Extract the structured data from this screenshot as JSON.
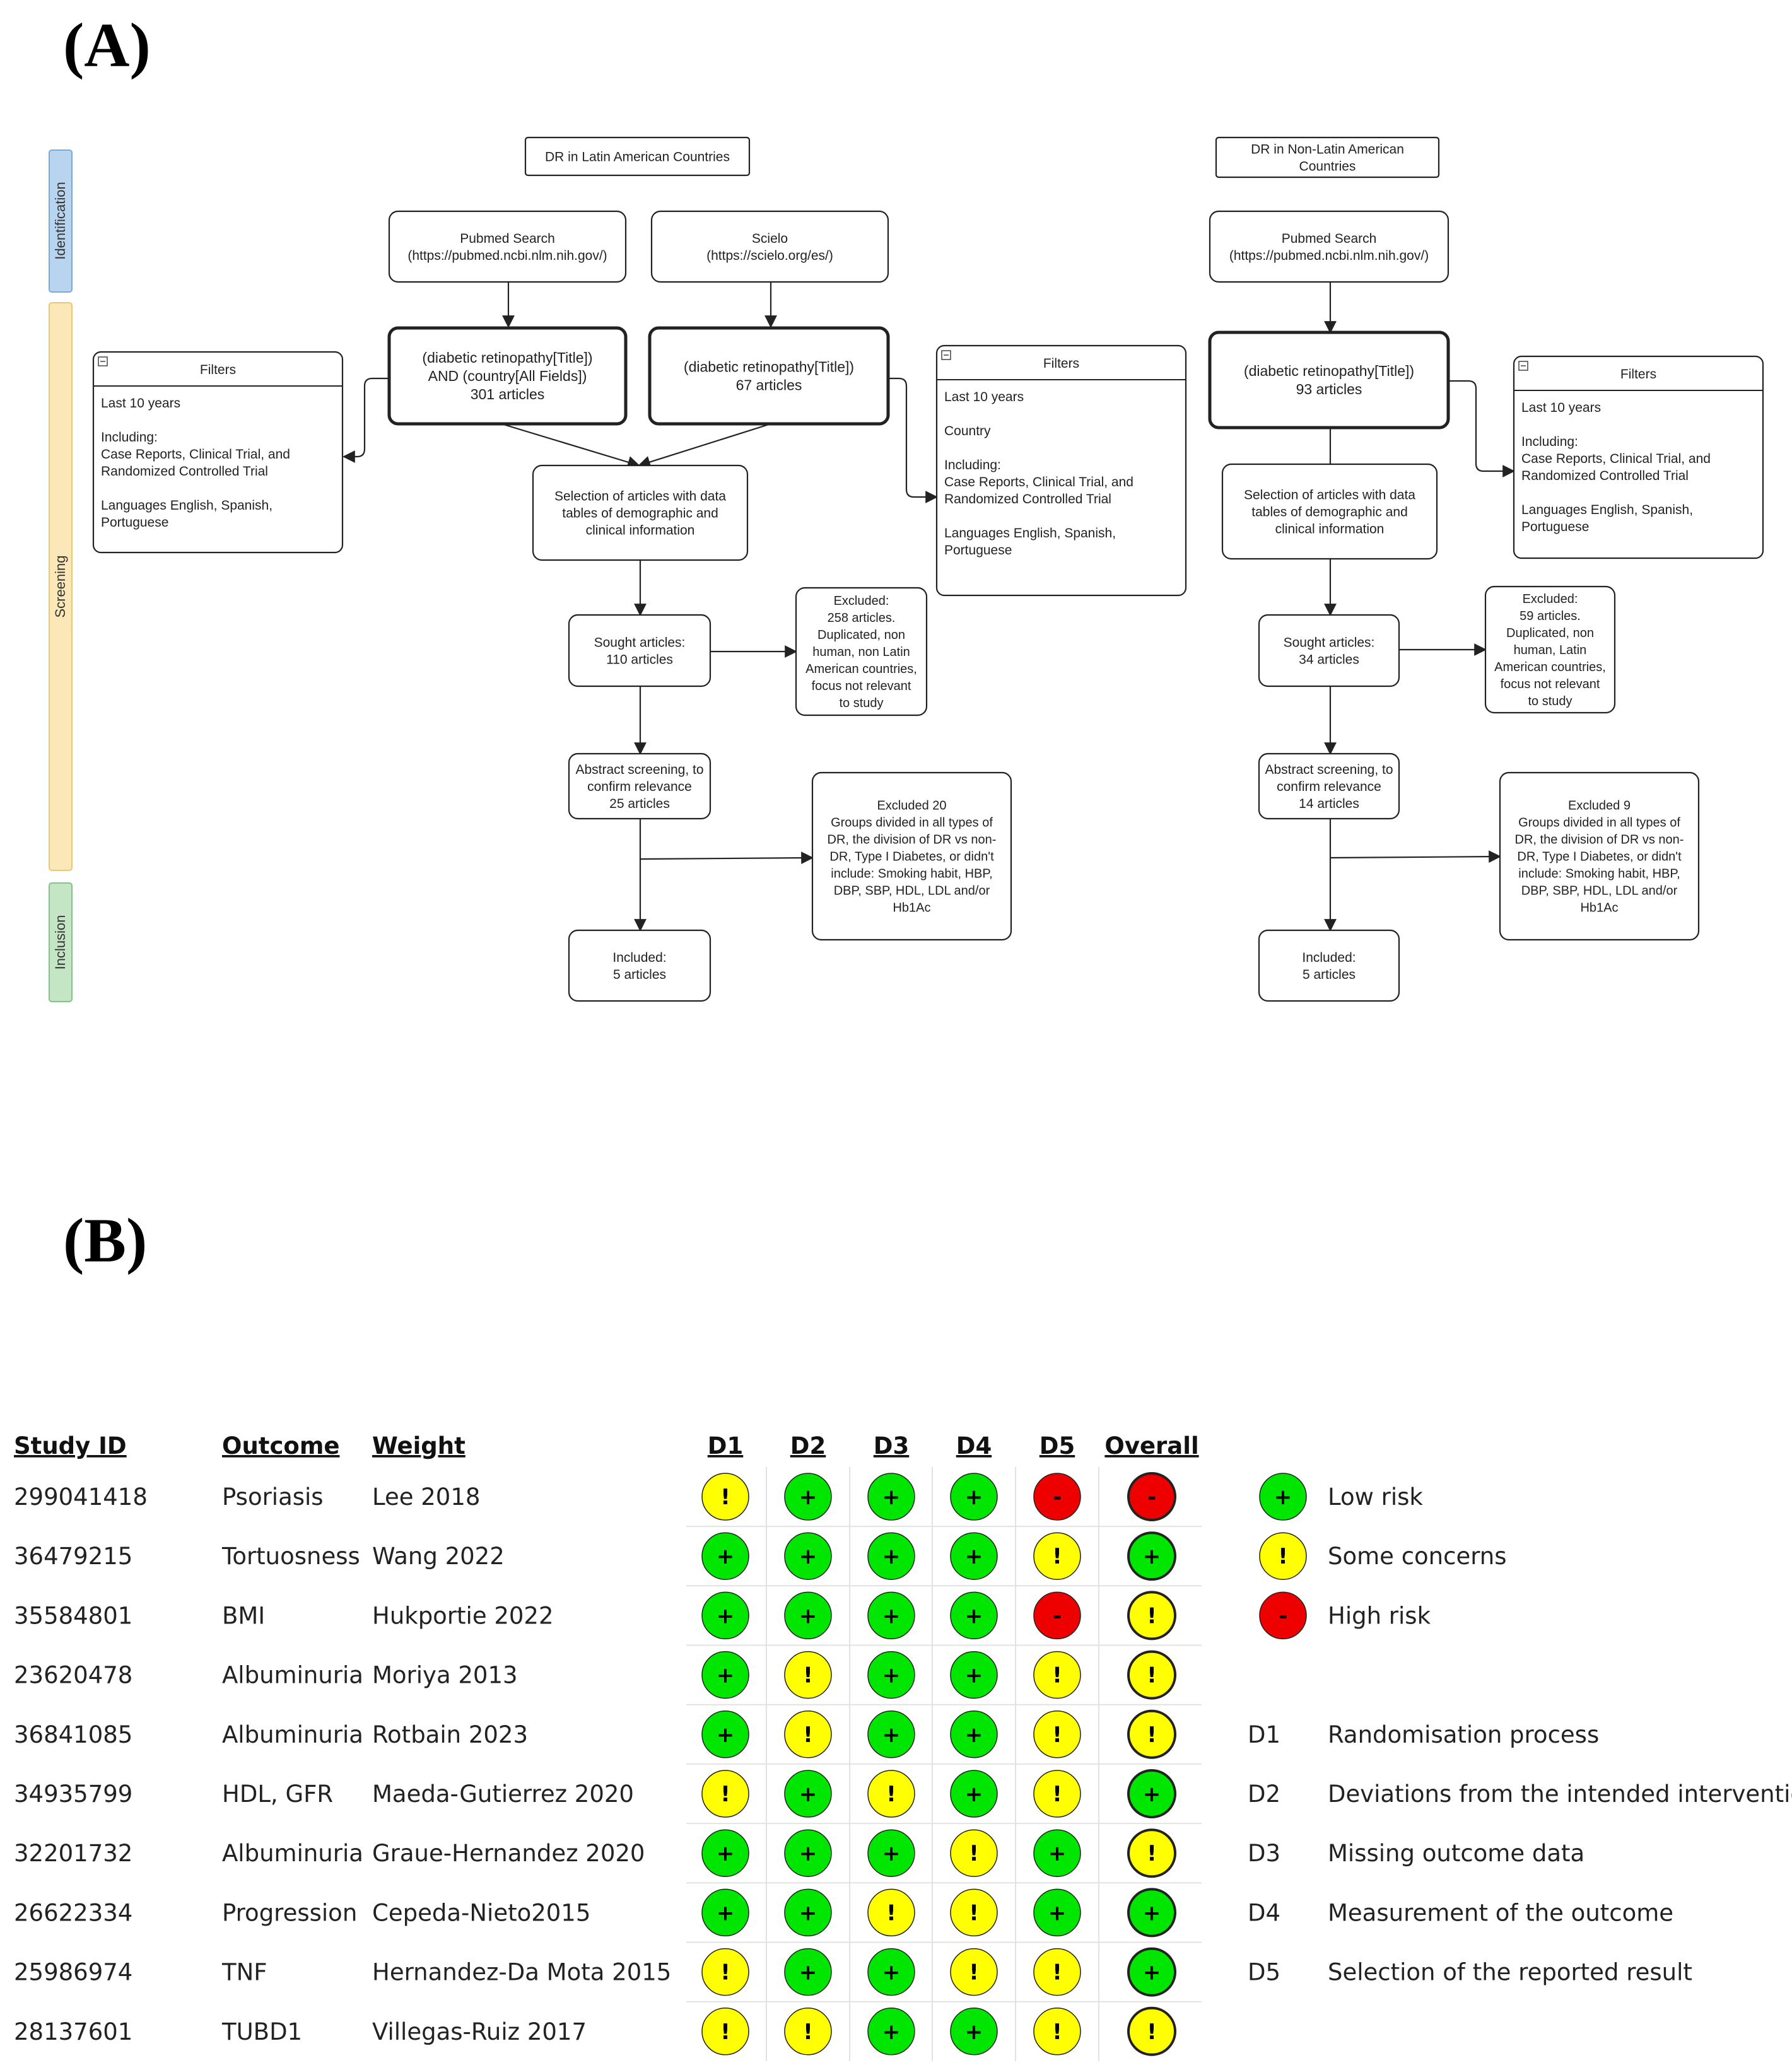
{
  "panel_a": {
    "label": "(A)",
    "phases": {
      "identification": "Identification",
      "screening": "Screening",
      "inclusion": "Inclusion"
    },
    "latin": {
      "title": "DR in Latin American Countries",
      "pubmed": [
        "Pubmed Search",
        "(https://pubmed.ncbi.nlm.nih.gov/)"
      ],
      "scielo": [
        "Scielo",
        "(https://scielo.org/es/)"
      ],
      "query_pubmed": [
        "(diabetic retinopathy[Title])",
        "AND (country[All Fields])",
        "301 articles"
      ],
      "query_scielo": [
        "(diabetic retinopathy[Title])",
        "67 articles"
      ],
      "filters_left": {
        "title": "Filters",
        "lines": [
          "Last 10 years",
          "",
          "Including:",
          "Case Reports,  Clinical Trial, and",
          "Randomized Controlled Trial",
          "",
          "Languages English, Spanish,",
          "Portuguese"
        ]
      },
      "filters_right": {
        "title": "Filters",
        "lines": [
          "Last 10 years",
          "",
          "Country",
          "",
          "Including:",
          "Case Reports,  Clinical Trial, and",
          "Randomized Controlled Trial",
          "",
          "Languages English, Spanish,",
          "Portuguese"
        ]
      },
      "selection": [
        "Selection of articles with data",
        "tables of demographic and",
        "clinical information"
      ],
      "sought": [
        "Sought articles:",
        "110 articles"
      ],
      "excluded1": [
        "Excluded:",
        "258 articles.",
        "Duplicated, non",
        "human, non Latin",
        "American countries,",
        "focus not relevant",
        "to study"
      ],
      "abstract": [
        "Abstract screening, to",
        "confirm relevance",
        "25 articles"
      ],
      "excluded2": [
        "Excluded 20",
        "Groups divided in all types of",
        "DR, the division of DR vs non-",
        "DR, Type I Diabetes, or didn't",
        "include: Smoking habit, HBP,",
        "DBP, SBP, HDL, LDL and/or",
        "Hb1Ac"
      ],
      "included": [
        "Included:",
        "5 articles"
      ]
    },
    "nonlatin": {
      "title": [
        "DR in Non-Latin American",
        "Countries"
      ],
      "pubmed": [
        "Pubmed Search",
        "(https://pubmed.ncbi.nlm.nih.gov/)"
      ],
      "query": [
        "(diabetic retinopathy[Title])",
        "93 articles"
      ],
      "filters": {
        "title": "Filters",
        "lines": [
          "Last 10 years",
          "",
          "Including:",
          "Case Reports,  Clinical Trial, and",
          "Randomized Controlled Trial",
          "",
          "Languages English, Spanish,",
          "Portuguese"
        ]
      },
      "selection": [
        "Selection of articles with data",
        "tables of demographic and",
        "clinical information"
      ],
      "sought": [
        "Sought articles:",
        "34 articles"
      ],
      "excluded1": [
        "Excluded:",
        "59 articles.",
        "Duplicated, non",
        "human, Latin",
        "American countries,",
        "focus not relevant",
        "to study"
      ],
      "abstract": [
        "Abstract screening, to",
        "confirm relevance",
        "14 articles"
      ],
      "excluded2": [
        "Excluded 9",
        "Groups divided in all types of",
        "DR, the division of DR vs non-",
        "DR, Type I Diabetes, or didn't",
        "include: Smoking habit, HBP,",
        "DBP, SBP, HDL, LDL and/or",
        "Hb1Ac"
      ],
      "included": [
        "Included:",
        "5 articles"
      ]
    }
  },
  "panel_b": {
    "label": "(B)",
    "headers": {
      "study_id": "Study ID",
      "outcome": "Outcome",
      "weight": "Weight",
      "domains": [
        "D1",
        "D2",
        "D3",
        "D4",
        "D5"
      ],
      "overall": "Overall"
    },
    "symbols": {
      "low": "+",
      "some": "!",
      "high": "-"
    },
    "colors": {
      "low": "#00e600",
      "some": "#ffff00",
      "high": "#ee0000",
      "outline": "#222222"
    },
    "rows": [
      {
        "id": "299041418",
        "outcome": "Psoriasis",
        "weight": "Lee 2018",
        "d": [
          "some",
          "low",
          "low",
          "low",
          "high"
        ],
        "overall": "high"
      },
      {
        "id": "36479215",
        "outcome": "Tortuosness",
        "weight": "Wang 2022",
        "d": [
          "low",
          "low",
          "low",
          "low",
          "some"
        ],
        "overall": "low"
      },
      {
        "id": "35584801",
        "outcome": "BMI",
        "weight": "Hukportie 2022",
        "d": [
          "low",
          "low",
          "low",
          "low",
          "high"
        ],
        "overall": "some"
      },
      {
        "id": "23620478",
        "outcome": "Albuminuria",
        "weight": "Moriya 2013",
        "d": [
          "low",
          "some",
          "low",
          "low",
          "some"
        ],
        "overall": "some"
      },
      {
        "id": "36841085",
        "outcome": "Albuminuria",
        "weight": "Rotbain 2023",
        "d": [
          "low",
          "some",
          "low",
          "low",
          "some"
        ],
        "overall": "some"
      },
      {
        "id": "34935799",
        "outcome": "HDL, GFR",
        "weight": "Maeda-Gutierrez 2020",
        "d": [
          "some",
          "low",
          "some",
          "low",
          "some"
        ],
        "overall": "low"
      },
      {
        "id": "32201732",
        "outcome": "Albuminuria",
        "weight": "Graue-Hernandez 2020",
        "d": [
          "low",
          "low",
          "low",
          "some",
          "low"
        ],
        "overall": "some"
      },
      {
        "id": "26622334",
        "outcome": "Progression",
        "weight": "Cepeda-Nieto2015",
        "d": [
          "low",
          "low",
          "some",
          "some",
          "low"
        ],
        "overall": "low"
      },
      {
        "id": "25986974",
        "outcome": "TNF",
        "weight": "Hernandez-Da Mota 2015",
        "d": [
          "some",
          "low",
          "low",
          "some",
          "some"
        ],
        "overall": "low"
      },
      {
        "id": "28137601",
        "outcome": "TUBD1",
        "weight": "Villegas-Ruiz 2017",
        "d": [
          "some",
          "some",
          "low",
          "low",
          "some"
        ],
        "overall": "some"
      }
    ],
    "legend": [
      {
        "level": "low",
        "label": "Low risk"
      },
      {
        "level": "some",
        "label": "Some concerns"
      },
      {
        "level": "high",
        "label": "High risk"
      }
    ],
    "domain_legend": [
      {
        "code": "D1",
        "label": "Randomisation process"
      },
      {
        "code": "D2",
        "label": "Deviations from the intended interventions"
      },
      {
        "code": "D3",
        "label": "Missing outcome data"
      },
      {
        "code": "D4",
        "label": "Measurement of the outcome"
      },
      {
        "code": "D5",
        "label": "Selection of the reported result"
      }
    ]
  }
}
